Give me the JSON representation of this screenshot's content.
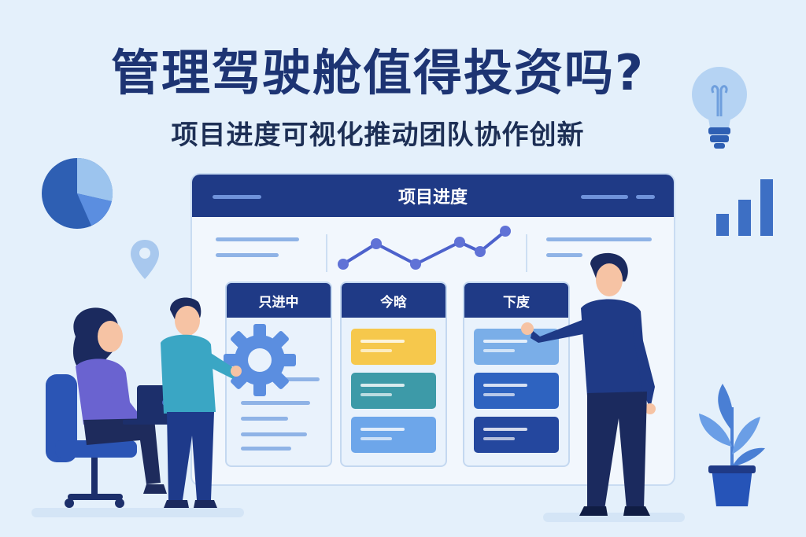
{
  "title": "管理驾驶舱值得投资吗?",
  "subtitle": "项目进度可视化推动团队协作创新",
  "board": {
    "header": "项目进度",
    "columns": [
      {
        "label": "只进中"
      },
      {
        "label": "今晗"
      },
      {
        "label": "下庋"
      }
    ]
  },
  "colors": {
    "navy": "#1f3a86",
    "title": "#1d3473",
    "background": "#e4f0fb",
    "accent_blue": "#5b8ee0",
    "yellow": "#f6c84c",
    "teal": "#3d9aa8"
  },
  "icons": [
    "pie-chart-icon",
    "location-pin-icon",
    "lightbulb-icon",
    "bar-chart-icon",
    "gear-icon",
    "plant-icon",
    "laptop-icon"
  ]
}
